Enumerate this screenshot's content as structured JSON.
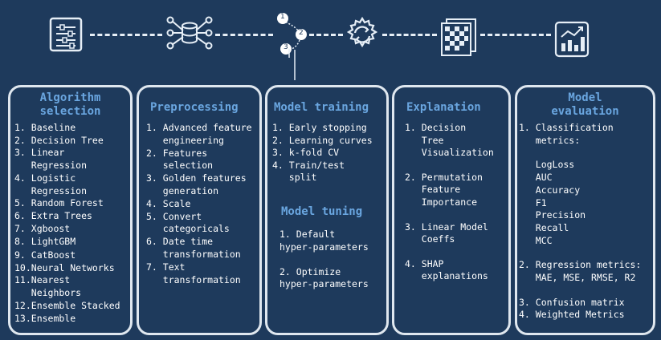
{
  "colors": {
    "background": "#1e3a5c",
    "title": "#6aa6e0",
    "text": "#ffffff",
    "border": "#dfe7ef"
  },
  "steps": [
    "1",
    "2",
    "3"
  ],
  "algorithm_selection": {
    "title_line1": "Algorithm",
    "title_line2": "selection",
    "items": [
      {
        "num": "1.",
        "text": "Baseline"
      },
      {
        "num": "2.",
        "text": "Decision Tree"
      },
      {
        "num": "3.",
        "text": "Linear"
      },
      {
        "num": "",
        "text": "Regression"
      },
      {
        "num": "4.",
        "text": "Logistic"
      },
      {
        "num": "",
        "text": "Regression"
      },
      {
        "num": "5.",
        "text": "Random Forest"
      },
      {
        "num": "6.",
        "text": "Extra Trees"
      },
      {
        "num": "7.",
        "text": "Xgboost"
      },
      {
        "num": "8.",
        "text": "LightGBM"
      },
      {
        "num": "9.",
        "text": "CatBoost"
      },
      {
        "num": "10.",
        "text": "Neural Networks"
      },
      {
        "num": "11.",
        "text": "Nearest"
      },
      {
        "num": "",
        "text": "Neighbors"
      },
      {
        "num": "12.",
        "text": "Ensemble Stacked"
      },
      {
        "num": "13.",
        "text": "Ensemble"
      }
    ]
  },
  "preprocessing": {
    "title": "Preprocessing",
    "items": [
      {
        "num": "1.",
        "text": "Advanced feature"
      },
      {
        "num": "",
        "text": "engineering"
      },
      {
        "num": "2.",
        "text": "Features"
      },
      {
        "num": "",
        "text": "selection"
      },
      {
        "num": "3.",
        "text": "Golden features"
      },
      {
        "num": "",
        "text": "generation"
      },
      {
        "num": "4.",
        "text": "Scale"
      },
      {
        "num": "5.",
        "text": "Convert"
      },
      {
        "num": "",
        "text": "categoricals"
      },
      {
        "num": "6.",
        "text": "Date time"
      },
      {
        "num": "",
        "text": "transformation"
      },
      {
        "num": "7.",
        "text": "Text"
      },
      {
        "num": "",
        "text": "transformation"
      }
    ]
  },
  "model_training": {
    "title": "Model training",
    "items": [
      {
        "num": "1.",
        "text": "Early stopping"
      },
      {
        "num": "2.",
        "text": "Learning curves"
      },
      {
        "num": "3.",
        "text": "k-fold CV"
      },
      {
        "num": "4.",
        "text": "Train/test"
      },
      {
        "num": "",
        "text": "split"
      }
    ]
  },
  "model_tuning": {
    "title": "Model tuning",
    "items": [
      {
        "num": "1.",
        "text": "Default"
      },
      {
        "num": "",
        "text": "hyper-parameters"
      },
      {
        "num": "2.",
        "text": "Optimize"
      },
      {
        "num": "",
        "text": "hyper-parameters"
      }
    ]
  },
  "explanation": {
    "title": "Explanation",
    "items": [
      {
        "num": "1.",
        "text": "Decision"
      },
      {
        "num": "",
        "text": "Tree"
      },
      {
        "num": "",
        "text": "Visualization"
      },
      {
        "num": "2.",
        "text": "Permutation"
      },
      {
        "num": "",
        "text": "Feature"
      },
      {
        "num": "",
        "text": "Importance"
      },
      {
        "num": "3.",
        "text": "Linear Model"
      },
      {
        "num": "",
        "text": "Coeffs"
      },
      {
        "num": "4.",
        "text": "SHAP"
      },
      {
        "num": "",
        "text": "explanations"
      }
    ]
  },
  "model_evaluation": {
    "title_line1": "Model",
    "title_line2": "evaluation",
    "items": [
      {
        "num": "1.",
        "text": "Classification"
      },
      {
        "num": "",
        "text": "metrics:"
      },
      {
        "num": "",
        "text": "LogLoss"
      },
      {
        "num": "",
        "text": "AUC"
      },
      {
        "num": "",
        "text": "Accuracy"
      },
      {
        "num": "",
        "text": "F1"
      },
      {
        "num": "",
        "text": "Precision"
      },
      {
        "num": "",
        "text": "Recall"
      },
      {
        "num": "",
        "text": "MCC"
      },
      {
        "num": "2.",
        "text": "Regression metrics:"
      },
      {
        "num": "",
        "text": "MAE, MSE, RMSE, R2"
      },
      {
        "num": "3.",
        "text": "Confusion matrix"
      },
      {
        "num": "4.",
        "text": "Weighted Metrics"
      }
    ]
  }
}
